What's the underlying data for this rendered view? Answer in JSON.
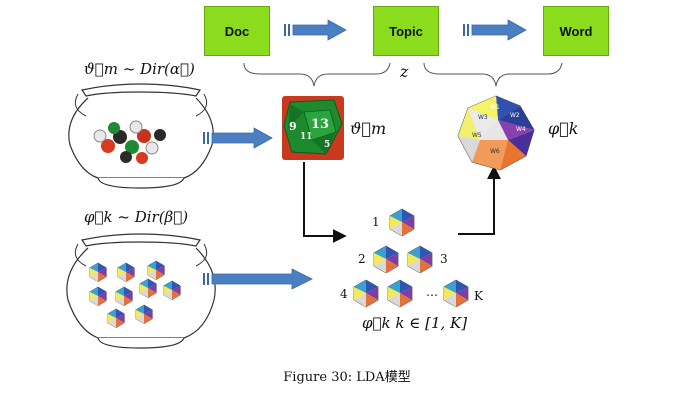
{
  "flow": {
    "doc_label": "Doc",
    "topic_label": "Topic",
    "word_label": "Word",
    "z_label": "z"
  },
  "urns": {
    "theta_prior": "ϑ⃗m ~ Dir(α⃗)",
    "phi_prior": "φ⃗k ~ Dir(β⃗)"
  },
  "dice": {
    "theta_label": "ϑ⃗m",
    "phi_label": "φ⃗k",
    "d20_face_numbers": [
      "9",
      "13",
      "11",
      "5"
    ],
    "word_face_labels": [
      "W1",
      "W2",
      "W3",
      "W4",
      "W5",
      "W6"
    ]
  },
  "topic_dice": {
    "index_labels": [
      "1",
      "2",
      "3",
      "4",
      "K"
    ],
    "ellipsis": "…",
    "range_label": "φ⃗k   k ∈ [1, K]"
  },
  "caption": "Figure 30: LDA模型",
  "colors": {
    "box_green": "#8cdc1e",
    "arrow_blue": "#4a7fc1",
    "d20_green": "#1e8a2e",
    "d20_red": "#c8391e"
  }
}
